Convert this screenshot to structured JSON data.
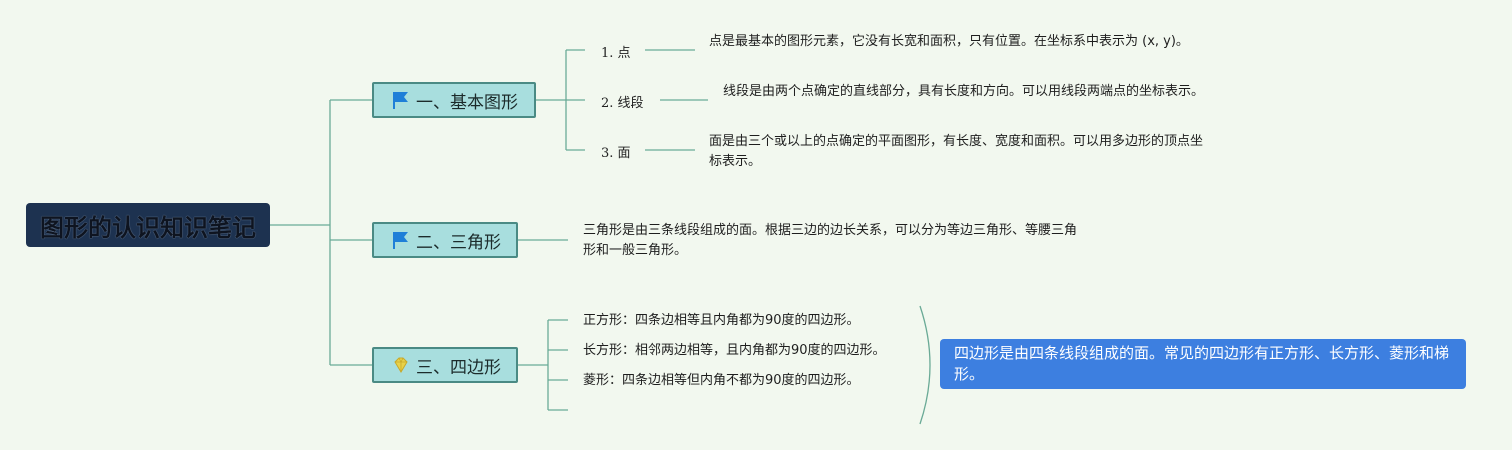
{
  "root": {
    "title": "图形的认识知识笔记"
  },
  "topics": [
    {
      "label": "一、基本图形",
      "icon": "flag-icon",
      "children": [
        {
          "label": "1. 点",
          "desc": "点是最基本的图形元素，它没有长宽和面积，只有位置。在坐标系中表示为 (x, y)。"
        },
        {
          "label": "2. 线段",
          "desc": "线段是由两个点确定的直线部分，具有长度和方向。可以用线段两端点的坐标表示。"
        },
        {
          "label": "3. 面",
          "desc": "面是由三个或以上的点确定的平面图形，有长度、宽度和面积。可以用多边形的顶点坐标表示。"
        }
      ]
    },
    {
      "label": "二、三角形",
      "icon": "flag-icon",
      "desc": "三角形是由三条线段组成的面。根据三边的边长关系，可以分为等边三角形、等腰三角形和一般三角形。"
    },
    {
      "label": "三、四边形",
      "icon": "diamond-icon",
      "children": [
        {
          "desc": "正方形：四条边相等且内角都为90度的四边形。"
        },
        {
          "desc": "长方形：相邻两边相等，且内角都为90度的四边形。"
        },
        {
          "desc": "菱形：四条边相等但内角不都为90度的四边形。"
        }
      ],
      "summary": "四边形是由四条线段组成的面。常见的四边形有正方形、长方形、菱形和梯形。"
    }
  ],
  "colors": {
    "background": "#f2f8ef",
    "root": "#1d3250",
    "topic_fill": "#a8dede",
    "topic_border": "#4a8a84",
    "line": "#6aaa96",
    "flag": "#1e7fd8",
    "diamond": "#e8d24a",
    "callout": "#3d7fe0"
  }
}
